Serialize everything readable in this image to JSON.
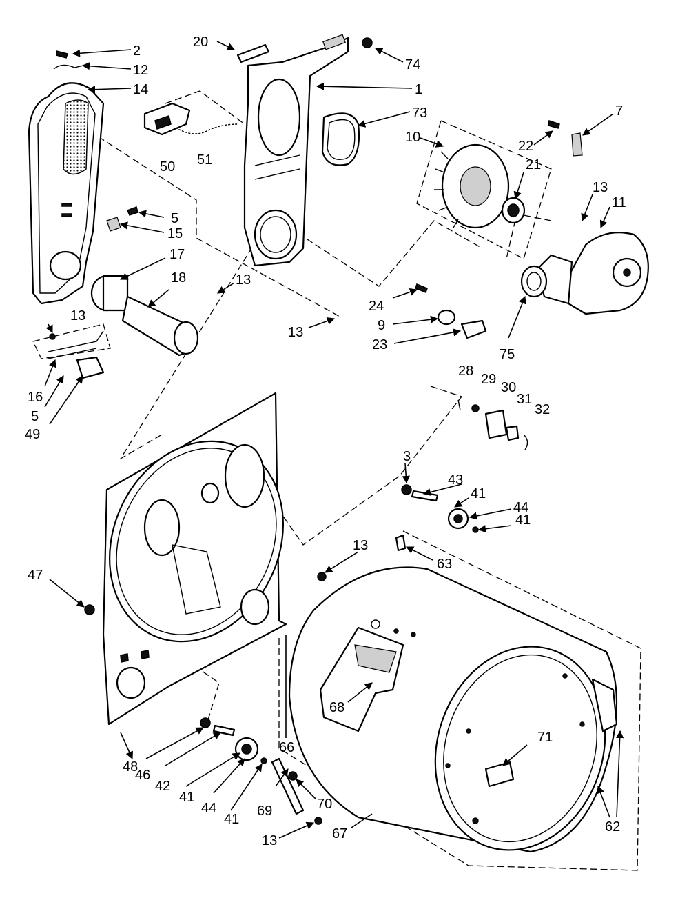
{
  "callouts": [
    {
      "id": "c2",
      "text": "2"
    },
    {
      "id": "c12",
      "text": "12"
    },
    {
      "id": "c14",
      "text": "14"
    },
    {
      "id": "c20",
      "text": "20"
    },
    {
      "id": "c74",
      "text": "74"
    },
    {
      "id": "c1",
      "text": "1"
    },
    {
      "id": "c73",
      "text": "73"
    },
    {
      "id": "c7",
      "text": "7"
    },
    {
      "id": "c10",
      "text": "10"
    },
    {
      "id": "c22",
      "text": "22"
    },
    {
      "id": "c21",
      "text": "21"
    },
    {
      "id": "c13a",
      "text": "13"
    },
    {
      "id": "c11",
      "text": "11"
    },
    {
      "id": "c50",
      "text": "50"
    },
    {
      "id": "c51",
      "text": "51"
    },
    {
      "id": "c5a",
      "text": "5"
    },
    {
      "id": "c15",
      "text": "15"
    },
    {
      "id": "c17",
      "text": "17"
    },
    {
      "id": "c18",
      "text": "18"
    },
    {
      "id": "c13b",
      "text": "13"
    },
    {
      "id": "c13c",
      "text": "13"
    },
    {
      "id": "c13d",
      "text": "13"
    },
    {
      "id": "c24",
      "text": "24"
    },
    {
      "id": "c9",
      "text": "9"
    },
    {
      "id": "c23",
      "text": "23"
    },
    {
      "id": "c75",
      "text": "75"
    },
    {
      "id": "c16",
      "text": "16"
    },
    {
      "id": "c5b",
      "text": "5"
    },
    {
      "id": "c49",
      "text": "49"
    },
    {
      "id": "c28",
      "text": "28"
    },
    {
      "id": "c29",
      "text": "29"
    },
    {
      "id": "c30",
      "text": "30"
    },
    {
      "id": "c31",
      "text": "31"
    },
    {
      "id": "c32",
      "text": "32"
    },
    {
      "id": "c3",
      "text": "3"
    },
    {
      "id": "c43",
      "text": "43"
    },
    {
      "id": "c41a",
      "text": "41"
    },
    {
      "id": "c44a",
      "text": "44"
    },
    {
      "id": "c41b",
      "text": "41"
    },
    {
      "id": "c13e",
      "text": "13"
    },
    {
      "id": "c63",
      "text": "63"
    },
    {
      "id": "c47",
      "text": "47"
    },
    {
      "id": "c68",
      "text": "68"
    },
    {
      "id": "c71",
      "text": "71"
    },
    {
      "id": "c48",
      "text": "48"
    },
    {
      "id": "c46",
      "text": "46"
    },
    {
      "id": "c42",
      "text": "42"
    },
    {
      "id": "c41c",
      "text": "41"
    },
    {
      "id": "c44b",
      "text": "44"
    },
    {
      "id": "c41d",
      "text": "41"
    },
    {
      "id": "c66",
      "text": "66"
    },
    {
      "id": "c69",
      "text": "69"
    },
    {
      "id": "c70",
      "text": "70"
    },
    {
      "id": "c13f",
      "text": "13"
    },
    {
      "id": "c67",
      "text": "67"
    },
    {
      "id": "c62",
      "text": "62"
    }
  ]
}
